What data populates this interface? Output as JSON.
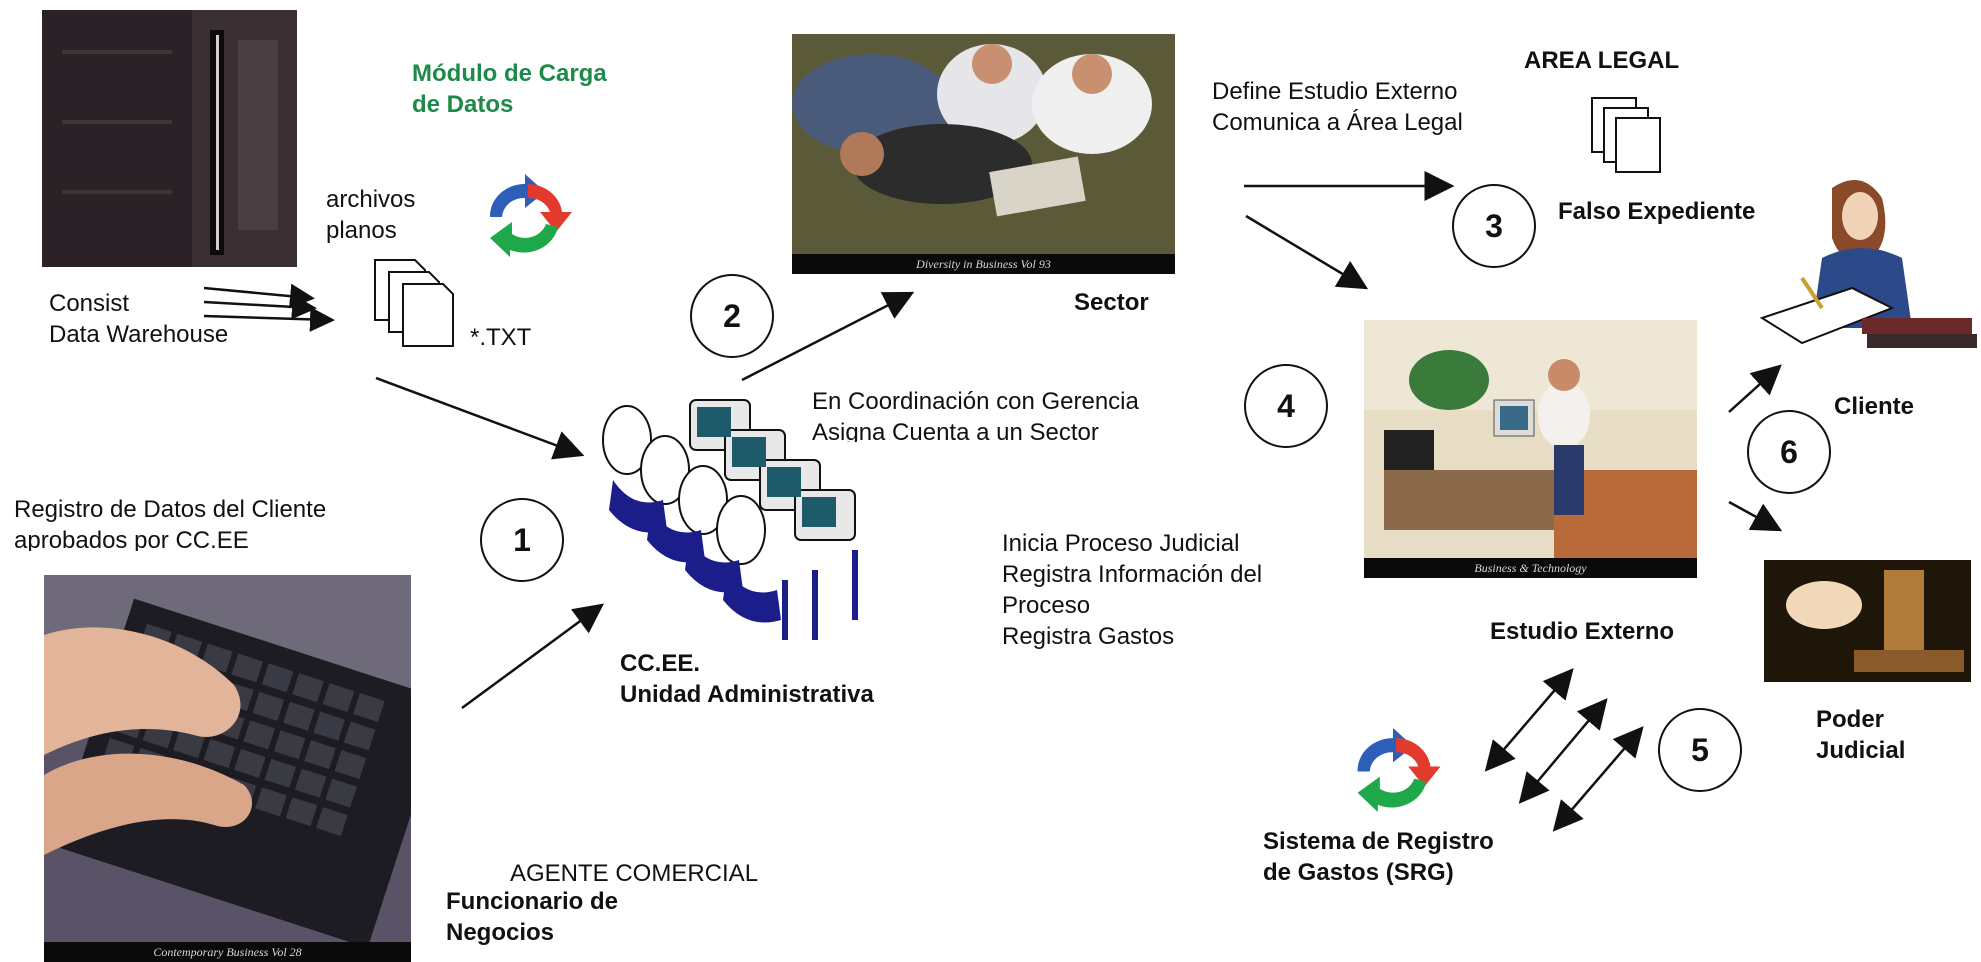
{
  "labels": {
    "modulo": "Módulo de Carga\nde Datos",
    "archivos": "archivos\nplanos",
    "txt": "*.TXT",
    "consist": "Consist\nData Warehouse",
    "registro_cliente": "Registro de Datos del Cliente\naprobados por CC.EE",
    "ccee": "CC.EE.\nUnidad Administrativa",
    "agente": "AGENTE COMERCIAL",
    "funcionario": "Funcionario de\nNegocios",
    "sector": "Sector",
    "coordinacion": "En Coordinación con Gerencia\nAsigna Cuenta a un Sector",
    "define": "Define Estudio Externo\nComunica a Área Legal",
    "area_legal": "AREA LEGAL",
    "falso": "Falso Expediente",
    "inicia": "Inicia Proceso Judicial\nRegistra Información del\nProceso\nRegistra Gastos",
    "estudio": "Estudio Externo",
    "srg": "Sistema de Registro\nde Gastos (SRG)",
    "cliente": "Cliente",
    "poder": "Poder\nJudicial"
  },
  "steps": [
    "1",
    "2",
    "3",
    "4",
    "5",
    "6"
  ],
  "captions": {
    "sector_photo": "Diversity in Business    Vol 93",
    "estudio_photo": "Business & Technology",
    "keyboard_photo": "Contemporary Business    Vol 28"
  },
  "colors": {
    "module_title": "#1e8a4a",
    "recycle_red": "#e23b2e",
    "recycle_blue": "#2d5fb8",
    "recycle_green": "#1fa84a"
  }
}
